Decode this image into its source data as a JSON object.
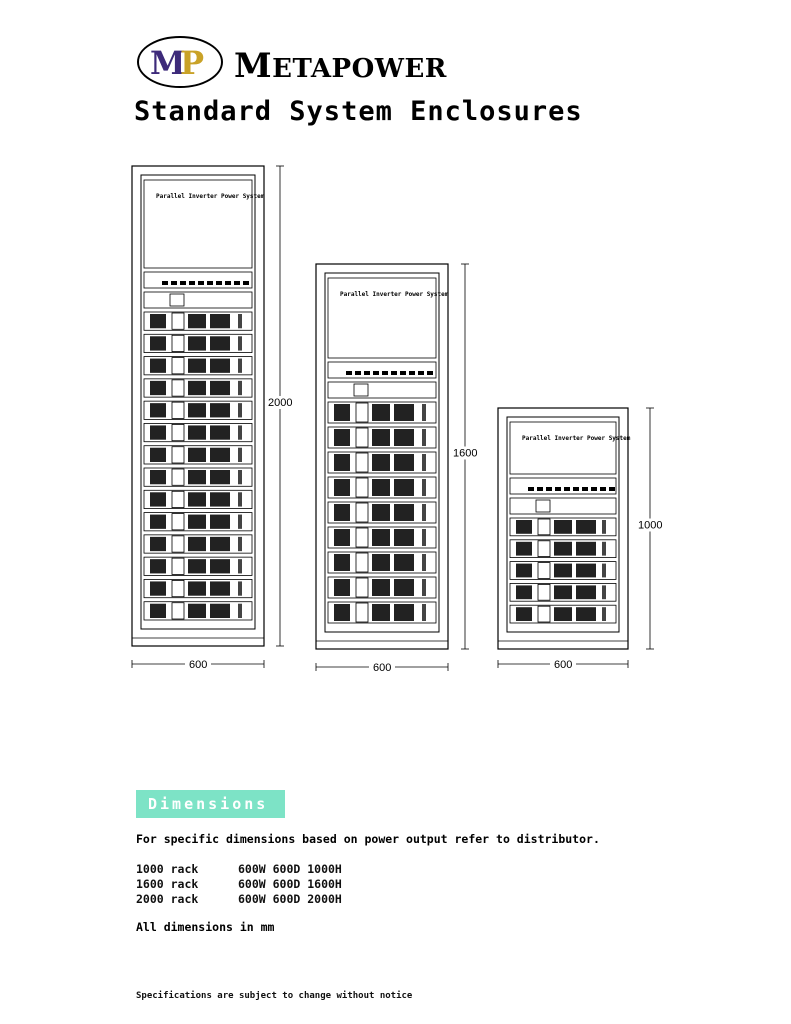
{
  "logo": {
    "monogram": "MP",
    "brand_first": "M",
    "brand_rest": "ETAPOWER"
  },
  "title": "Standard System Enclosures",
  "racks": [
    {
      "header_text": "Parallel Inverter Power System",
      "height_label": "2000",
      "width_label": "600",
      "modules": 14
    },
    {
      "header_text": "Parallel Inverter Power System",
      "height_label": "1600",
      "width_label": "600",
      "modules": 9
    },
    {
      "header_text": "Parallel Inverter Power System",
      "height_label": "1000",
      "width_label": "600",
      "modules": 5
    }
  ],
  "dimensions": {
    "heading": "Dimensions",
    "note": "For specific dimensions based on power output refer to distributor.",
    "rows": [
      {
        "name": "1000 rack",
        "size": "600W 600D 1000H"
      },
      {
        "name": "1600 rack",
        "size": "600W 600D 1600H"
      },
      {
        "name": "2000 rack",
        "size": "600W 600D 2000H"
      }
    ],
    "units": "All dimensions in mm"
  },
  "footer": "Specifications are subject to change without notice",
  "colors": {
    "banner": "#7de3c6",
    "logo_purple": "#3d2a7a",
    "logo_gold": "#c9a227"
  }
}
